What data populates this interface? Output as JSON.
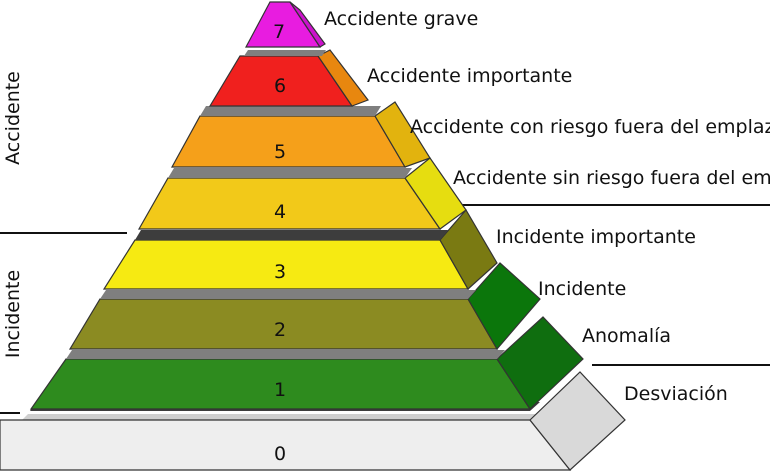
{
  "levels": [
    {
      "number": "0",
      "label": "",
      "front": "#eeeeee",
      "side": "#d9d9d9",
      "gap": "#cfcfcf"
    },
    {
      "number": "1",
      "label": "Desviación",
      "front": "#2e8b1e",
      "side": "#0f6e0f",
      "gap": "#3d3d3d"
    },
    {
      "number": "2",
      "label": "Anomalía",
      "front": "#8b8b22",
      "side": "#0b760b",
      "gap": "#7f7f7f"
    },
    {
      "number": "3",
      "label": "Incidente",
      "front": "#f6ea12",
      "side": "#7a7a12",
      "gap": "#7f7f7f"
    },
    {
      "number": "4",
      "label": "Incidente importante",
      "front": "#f2c919",
      "side": "#e6dd10",
      "gap": "#3d3d3d"
    },
    {
      "number": "5",
      "label": "Accidente sin riesgo fuera del emplazamiento",
      "front": "#f5a01a",
      "side": "#e2b30e",
      "gap": "#7f7f7f"
    },
    {
      "number": "6",
      "label": "Accidente con riesgo fuera del emplazamiento",
      "front": "#f0201e",
      "side": "#e8870f",
      "gap": "#7f7f7f"
    },
    {
      "number": "7",
      "label": "Accidente importante",
      "front": "#e81ce0",
      "side": "#cc0c0c",
      "gap": "#7f7f7f"
    },
    {
      "number": "",
      "label": "Accidente grave",
      "front": "",
      "side": "#cc12cc",
      "gap": ""
    }
  ],
  "groups": {
    "accident": "Accidente",
    "incident": "Incidente"
  },
  "colors": {
    "stroke": "#333333",
    "rule": "#111111"
  }
}
